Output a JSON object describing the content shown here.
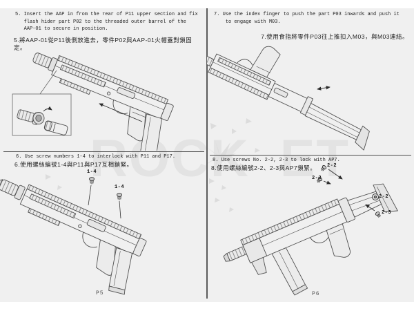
{
  "watermark": {
    "part1": "ROCK",
    "part2": "ET"
  },
  "page_numbers": {
    "left": "P5",
    "right": "P6"
  },
  "steps": {
    "s5": {
      "en": "5. Insert the AAP in from the rear of P11 upper section and fix\n   flash hider part P02 to the threaded outer barrel of the\n   AAP-01 to secure in position.",
      "zh": "5.將AAP-01從P11後側放進去，零件P02與AAP-01火帽蓋對鎖固定。"
    },
    "s6": {
      "en": "6. Use screw numbers 1-4 to interlock with P11 and P17.",
      "zh": "6.使用螺絲編號1-4與P11與P17互相鎖緊。",
      "screw_labels": [
        "1-4",
        "1-4"
      ]
    },
    "s7": {
      "en": "7. Use the index finger to push the part P03 inwards and push it\n    to engage with M03.",
      "zh": "7.使用食指將零件P03往上推扣入M03，與M03連結。"
    },
    "s8": {
      "en": "8. Use screws No. 2-2, 2-3 to lock with AP7.",
      "zh": "8.使用螺絲編號2-2、2-3與AP7鎖緊。",
      "screw_labels": [
        "2-2",
        "2-3",
        "2-2",
        "2-3"
      ]
    }
  }
}
